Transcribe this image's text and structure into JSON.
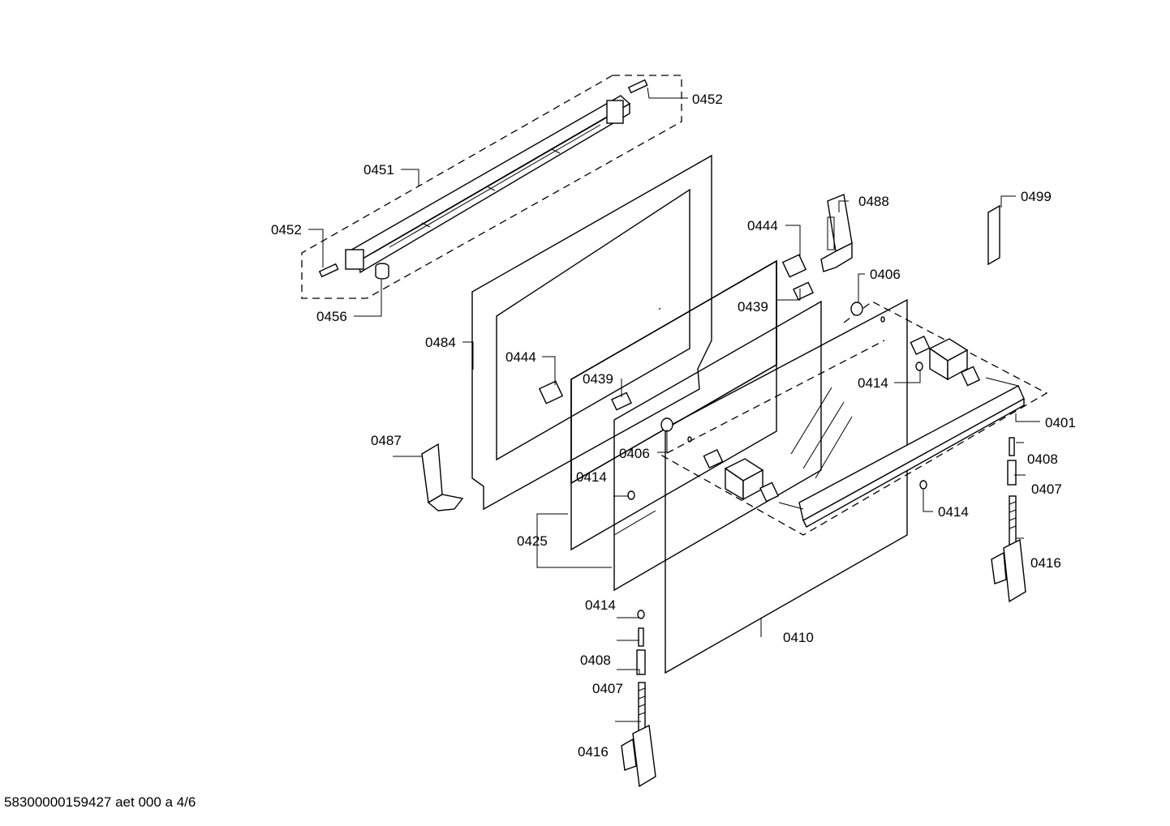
{
  "labels": {
    "l0452_top": "0452",
    "l0451": "0451",
    "l0452_left": "0452",
    "l0456": "0456",
    "l0484": "0484",
    "l0444_left": "0444",
    "l0439_left": "0439",
    "l0487": "0487",
    "l0414_glass": "0414",
    "l0425": "0425",
    "l0414_bottom": "0414",
    "l0408_left": "0408",
    "l0407_left": "0407",
    "l0416_left": "0416",
    "l0406_left": "0406",
    "l0410": "0410",
    "l0444_right": "0444",
    "l0488": "0488",
    "l0499": "0499",
    "l0439_right": "0439",
    "l0406_right": "0406",
    "l0414_right_top": "0414",
    "l0401": "0401",
    "l0408_right": "0408",
    "l0407_right": "0407",
    "l0414_right_mid": "0414",
    "l0416_right": "0416"
  },
  "footer": "58300000159427 aet 000 a 4/6"
}
